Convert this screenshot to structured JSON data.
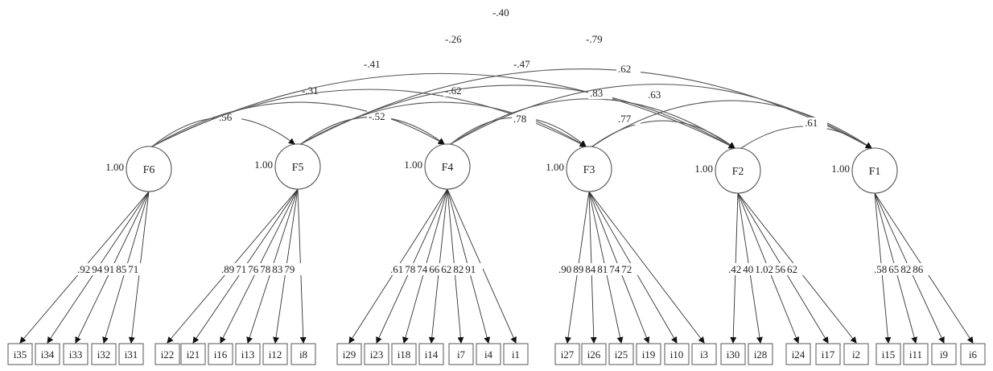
{
  "factors": [
    {
      "id": "F6",
      "variance": "1.00",
      "items": [
        "i35",
        "i34",
        "i33",
        "i32",
        "i31"
      ],
      "loadings": [
        ".92",
        "94",
        "91",
        "85",
        "71"
      ]
    },
    {
      "id": "F5",
      "variance": "1.00",
      "items": [
        "i22",
        "i21",
        "i16",
        "i13",
        "i12",
        "i8"
      ],
      "loadings": [
        ".89",
        "71",
        "76",
        "78",
        "83",
        "79"
      ]
    },
    {
      "id": "F4",
      "variance": "1.00",
      "items": [
        "i29",
        "i23",
        "i18",
        "i14",
        "i7",
        "i4",
        "i1"
      ],
      "loadings": [
        ".61",
        "78",
        "74",
        "66",
        "62",
        "82",
        "91"
      ]
    },
    {
      "id": "F3",
      "variance": "1.00",
      "items": [
        "i27",
        "i26",
        "i25",
        "i19",
        "i10",
        "i3"
      ],
      "loadings": [
        ".90",
        "89",
        "84",
        "81",
        "74",
        "72"
      ]
    },
    {
      "id": "F2",
      "variance": "1.00",
      "items": [
        "i30",
        "i28",
        "i24",
        "i17",
        "i2"
      ],
      "loadings": [
        ".42",
        "40",
        "1.02",
        "56",
        "62"
      ]
    },
    {
      "id": "F1",
      "variance": "1.00",
      "items": [
        "i15",
        "i11",
        "i9",
        "i6"
      ],
      "loadings": [
        ".58",
        "65",
        "82",
        "86"
      ]
    }
  ],
  "correlations": [
    {
      "from": "F6",
      "to": "F5",
      "value": ".56"
    },
    {
      "from": "F6",
      "to": "F4",
      "value": "-.31"
    },
    {
      "from": "F6",
      "to": "F3",
      "value": "-.41"
    },
    {
      "from": "F6",
      "to": "F2",
      "value": "-.26"
    },
    {
      "from": "F6",
      "to": "F1",
      "value": "-.40"
    },
    {
      "from": "F5",
      "to": "F4",
      "value": "-.52"
    },
    {
      "from": "F5",
      "to": "F3",
      "value": "-.62"
    },
    {
      "from": "F5",
      "to": "F2",
      "value": "-.47"
    },
    {
      "from": "F5",
      "to": "F1",
      "value": "-.79"
    },
    {
      "from": "F4",
      "to": "F3",
      "value": ".78"
    },
    {
      "from": "F4",
      "to": "F2",
      "value": ".83"
    },
    {
      "from": "F4",
      "to": "F1",
      "value": ".62"
    },
    {
      "from": "F3",
      "to": "F2",
      "value": ".77"
    },
    {
      "from": "F3",
      "to": "F1",
      "value": ".63"
    },
    {
      "from": "F2",
      "to": "F1",
      "value": ".61"
    }
  ]
}
